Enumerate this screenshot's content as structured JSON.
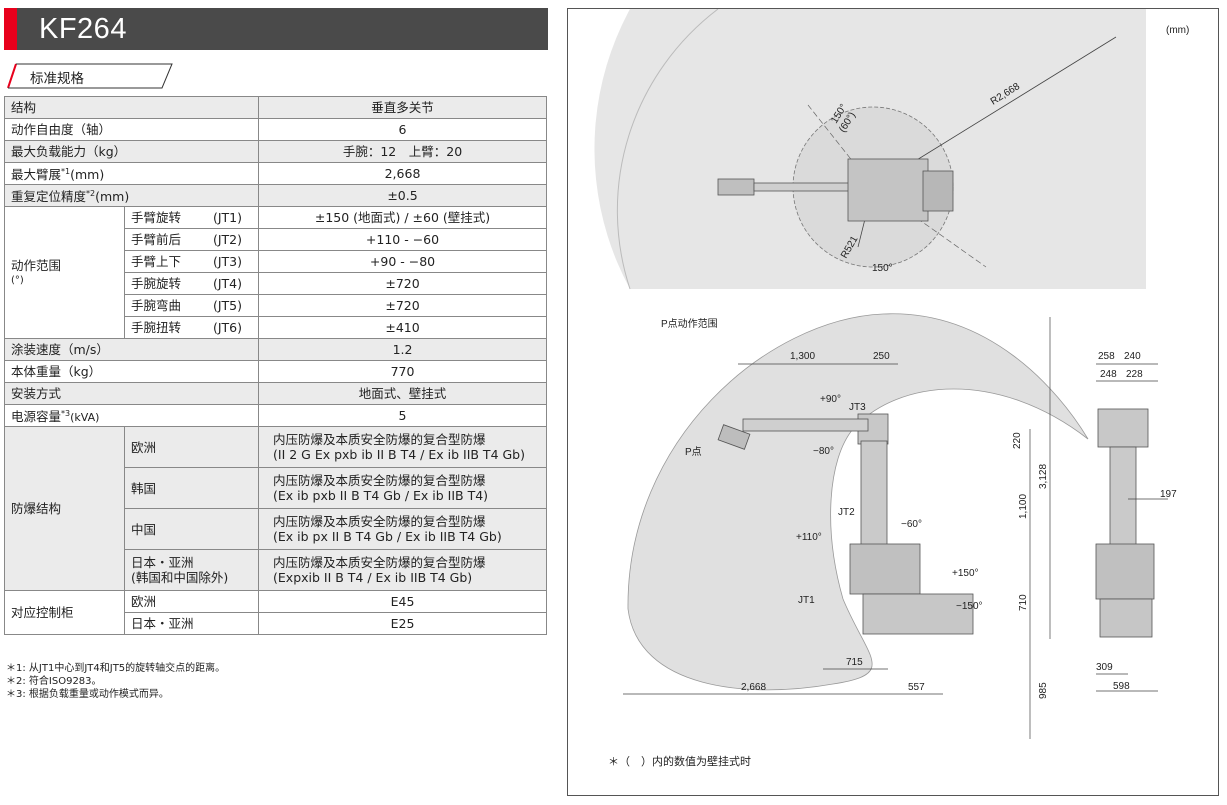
{
  "header": {
    "title": "KF264"
  },
  "section": {
    "label": "标准规格"
  },
  "spec": {
    "structure": {
      "label": "结构",
      "value": "垂直多关节"
    },
    "dof": {
      "label": "动作自由度（轴）",
      "value": "6"
    },
    "payload": {
      "label": "最大负载能力（kg）",
      "value": "手腕：12　上臂：20"
    },
    "reach": {
      "label": "最大臂展",
      "sup": "*1",
      "unit": "(mm)",
      "value": "2,668"
    },
    "repeat": {
      "label": "重复定位精度",
      "sup": "*2",
      "unit": "(mm)",
      "value": "±0.5"
    },
    "range": {
      "label": "动作范围",
      "unit": "(°)",
      "rows": [
        {
          "name": "手臂旋转",
          "jt": "(JT1)",
          "value": "±150 (地面式) / ±60 (壁挂式)"
        },
        {
          "name": "手臂前后",
          "jt": "(JT2)",
          "value": "+110 - −60"
        },
        {
          "name": "手臂上下",
          "jt": "(JT3)",
          "value": "+90 - −80"
        },
        {
          "name": "手腕旋转",
          "jt": "(JT4)",
          "value": "±720"
        },
        {
          "name": "手腕弯曲",
          "jt": "(JT5)",
          "value": "±720"
        },
        {
          "name": "手腕扭转",
          "jt": "(JT6)",
          "value": "±410"
        }
      ]
    },
    "paint_speed": {
      "label": "涂装速度（m/s）",
      "value": "1.2"
    },
    "mass": {
      "label": "本体重量（kg）",
      "value": "770"
    },
    "mount": {
      "label": "安装方式",
      "value": "地面式、壁挂式"
    },
    "power": {
      "label": "电源容量",
      "sup": "*3",
      "unit": "(kVA)",
      "value": "5"
    },
    "explosion": {
      "label": "防爆结构",
      "rows": [
        {
          "region": "欧洲",
          "line1": "内压防爆及本质安全防爆的复合型防爆",
          "line2": "(II 2 G Ex pxb ib II B T4 / Ex ib IIB T4 Gb)"
        },
        {
          "region": "韩国",
          "line1": "内压防爆及本质安全防爆的复合型防爆",
          "line2": "(Ex ib pxb II B T4 Gb / Ex ib IIB T4)"
        },
        {
          "region": "中国",
          "line1": "内压防爆及本质安全防爆的复合型防爆",
          "line2": "(Ex ib px II B T4 Gb / Ex ib IIB T4 Gb)"
        },
        {
          "region": "日本・亚洲",
          "region2": "(韩国和中国除外)",
          "line1": "内压防爆及本质安全防爆的复合型防爆",
          "line2": "(Expxib II B T4 / Ex ib IIB T4 Gb)"
        }
      ]
    },
    "controller": {
      "label": "对应控制柜",
      "rows": [
        {
          "region": "欧洲",
          "value": "E45"
        },
        {
          "region": "日本・亚洲",
          "value": "E25"
        }
      ]
    }
  },
  "notes": [
    "＊1: 从JT1中心到JT4和JT5的旋转轴交点的距离。",
    "＊2: 符合ISO9283。",
    "＊3: 根据负载重量或动作模式而异。"
  ],
  "drawing": {
    "unit_label": "(mm)",
    "top_view": {
      "r_outer": "R2,668",
      "r_inner": "R521",
      "angle_top": "150°",
      "angle_top_wall": "(60°)",
      "angle_bottom": "150°"
    },
    "side_view": {
      "p_range_label": "P点动作范围",
      "p_point": "P点",
      "d1300": "1,300",
      "d250": "250",
      "d220": "220",
      "d3128": "3,128",
      "d1100": "1,100",
      "d710": "710",
      "d985": "985",
      "d715": "715",
      "d2668": "2,668",
      "d557": "557",
      "jt1": "JT1",
      "jt2": "JT2",
      "jt3": "JT3",
      "a_p90": "+90°",
      "a_m80": "−80°",
      "a_p110": "+110°",
      "a_m60": "−60°",
      "a_p150": "+150°",
      "a_m150": "−150°"
    },
    "front_view": {
      "d258": "258",
      "d240": "240",
      "d248": "248",
      "d228": "228",
      "d197": "197",
      "d309": "309",
      "d598": "598"
    },
    "footnote": "＊（　）内的数值为壁挂式时"
  }
}
